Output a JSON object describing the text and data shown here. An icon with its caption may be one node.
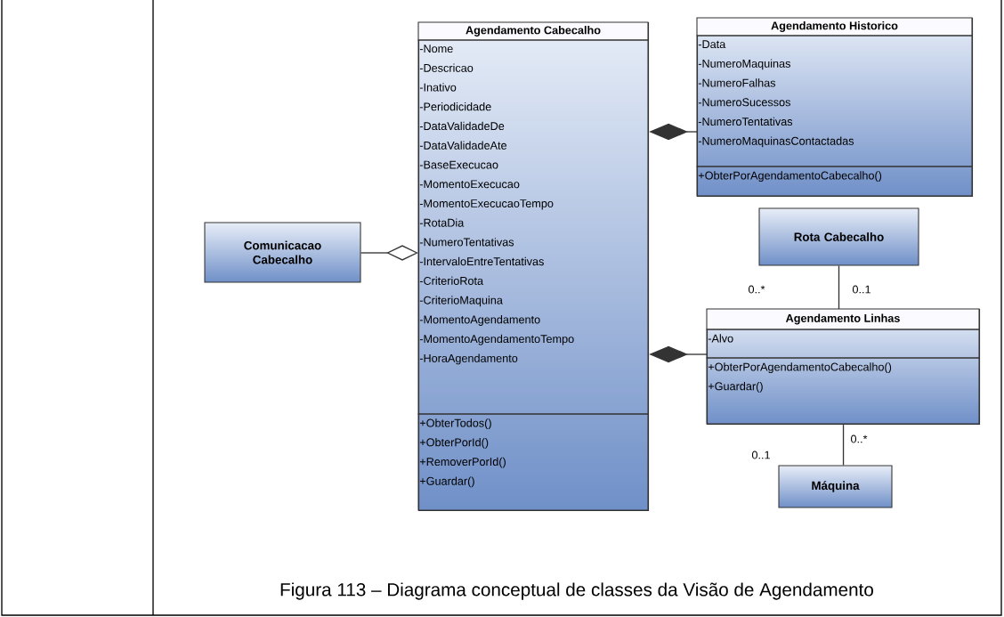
{
  "diagram": {
    "caption": "Figura 113 – Diagrama conceptual de classes da Visão de Agendamento",
    "nodes": [
      {
        "text": [
          "Agendamento Cabecalho"
        ]
      },
      {
        "text": [
          "-Nome",
          "-Descricao",
          "-Inativo",
          "-Periodicidade",
          "-DataValidadeDe",
          "-DataValidadeAte",
          "-BaseExecucao",
          "-MomentoExecucao",
          "-MomentoExecucaoTempo",
          "-RotaDia",
          "-NumeroTentativas",
          "-IntervaloEntreTentativas",
          "-CriterioRota",
          "-CriterioMaquina",
          "-MomentoAgendamento",
          "-MomentoAgendamentoTempo",
          "-HoraAgendamento"
        ],
        "in": 0
      },
      {
        "text": [
          "+ObterTodos()",
          "+ObterPorId()",
          "+RemoverPorId()",
          "+Guardar()"
        ],
        "in": 0
      },
      {
        "text": [
          "Agendamento Historico"
        ]
      },
      {
        "text": [
          "-Data",
          "-NumeroMaquinas",
          "-NumeroFalhas",
          "-NumeroSucessos",
          "-NumeroTentativas",
          "-NumeroMaquinasContactadas"
        ],
        "in": 3
      },
      {
        "text": [
          "+ObterPorAgendamentoCabecalho()"
        ],
        "in": 3
      },
      {
        "text": [
          "Comunicacao Cabecalho"
        ]
      },
      {
        "text": [
          "Rota Cabecalho"
        ]
      },
      {
        "text": [
          "Agendamento Linhas"
        ]
      },
      {
        "text": [
          "-Alvo"
        ],
        "in": 8
      },
      {
        "text": [
          "+ObterPorAgendamentoCabecalho()",
          "+Guardar()"
        ],
        "in": 8
      },
      {
        "text": [
          "Máquina"
        ]
      }
    ],
    "edges": [
      {
        "from": 3,
        "to": 0,
        "arrow": "other"
      },
      {
        "from": 6,
        "to": 0,
        "arrow": "other"
      },
      {
        "from": 8,
        "to": 0,
        "arrow": "other"
      },
      {
        "from": 7,
        "to": 8,
        "arrow": "none"
      },
      {
        "from": 8,
        "to": 11,
        "arrow": "none"
      }
    ],
    "labels": [
      "0..*",
      "0..1",
      "0..*",
      "0..1"
    ]
  }
}
